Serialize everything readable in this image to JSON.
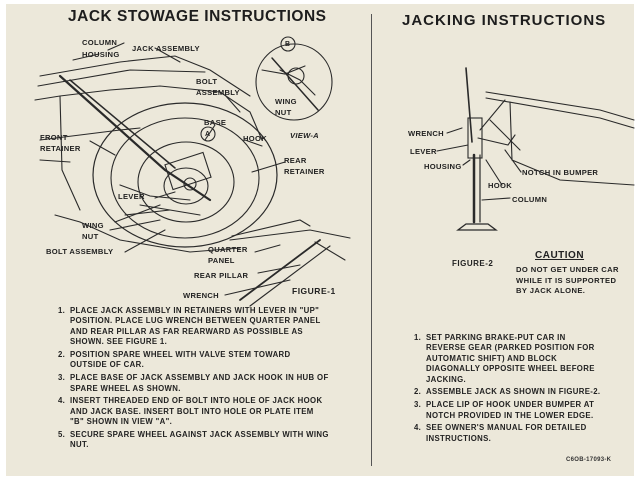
{
  "left": {
    "title": "JACK STOWAGE INSTRUCTIONS",
    "labels": {
      "column": "COLUMN",
      "housing": "HOUSING",
      "jack_assembly": "JACK ASSEMBLY",
      "bolt_assembly_top": "BOLT ASSEMBLY",
      "base": "BASE",
      "callout_a": "A",
      "callout_b": "B",
      "wing_nut_top": "WING NUT",
      "front_retainer": "FRONT RETAINER",
      "hook": "HOOK",
      "view_a": "VIEW-A",
      "rear_retainer": "REAR RETAINER",
      "lever": "LEVER",
      "wing_nut_bottom": "WING NUT",
      "bolt_assembly_bottom": "BOLT ASSEMBLY",
      "quarter_panel": "QUARTER PANEL",
      "rear_pillar": "REAR PILLAR",
      "wrench": "WRENCH"
    },
    "figure_caption": "FIGURE-1",
    "steps": [
      {
        "num": "1.",
        "text": "PLACE JACK ASSEMBLY IN RETAINERS WITH LEVER IN \"UP\" POSITION. PLACE LUG WRENCH BETWEEN QUARTER PANEL AND REAR PILLAR AS FAR REARWARD AS POSSIBLE AS SHOWN. SEE FIGURE 1."
      },
      {
        "num": "2.",
        "text": "POSITION SPARE WHEEL WITH VALVE STEM TOWARD OUTSIDE OF CAR."
      },
      {
        "num": "3.",
        "text": "PLACE BASE OF JACK ASSEMBLY AND JACK HOOK IN HUB OF SPARE WHEEL AS SHOWN."
      },
      {
        "num": "4.",
        "text": "INSERT THREADED END OF BOLT INTO HOLE OF JACK HOOK AND JACK BASE. INSERT BOLT INTO HOLE OR PLATE ITEM \"B\" SHOWN IN VIEW \"A\"."
      },
      {
        "num": "5.",
        "text": "SECURE SPARE WHEEL AGAINST JACK ASSEMBLY WITH WING NUT."
      }
    ]
  },
  "right": {
    "title": "JACKING INSTRUCTIONS",
    "labels": {
      "wrench": "WRENCH",
      "lever": "LEVER",
      "housing": "HOUSING",
      "hook": "HOOK",
      "notch": "NOTCH IN BUMPER",
      "column": "COLUMN"
    },
    "figure_caption": "FIGURE-2",
    "caution_title": "CAUTION",
    "caution_text": "DO NOT GET UNDER CAR WHILE IT IS SUPPORTED BY JACK ALONE.",
    "steps": [
      {
        "num": "1.",
        "text": "SET PARKING BRAKE-PUT CAR IN REVERSE GEAR (PARKED POSITION FOR AUTOMATIC SHIFT) AND BLOCK DIAGONALLY OPPOSITE WHEEL BEFORE JACKING."
      },
      {
        "num": "2.",
        "text": "ASSEMBLE JACK AS SHOWN IN FIGURE-2."
      },
      {
        "num": "3.",
        "text": "PLACE LIP OF HOOK UNDER BUMPER AT NOTCH PROVIDED IN THE LOWER EDGE."
      },
      {
        "num": "4.",
        "text": "SEE OWNER'S MANUAL FOR DETAILED INSTRUCTIONS."
      }
    ]
  },
  "part_number": "C6OB-17093-K"
}
